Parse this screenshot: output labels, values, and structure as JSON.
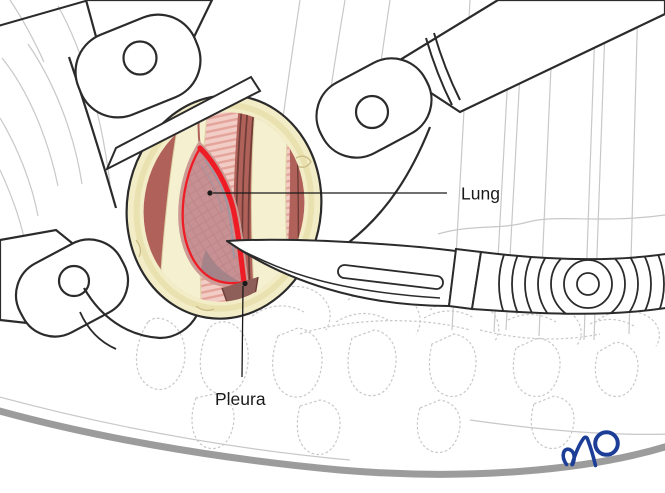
{
  "figure": {
    "labels": {
      "lung": "Lung",
      "pleura": "Pleura"
    },
    "logo": {
      "text": "AO"
    },
    "colors": {
      "line": "#2b2b2b",
      "faint": "#c8c8c8",
      "skin": "#9c9c9c",
      "fat": "#f3edc7",
      "fat_shade": "#e9e1b0",
      "fat_detail": "#cabc85",
      "rib_bone": "#f5f1d0",
      "rib_edge": "#dcd2a6",
      "muscle": "#b0625a",
      "muscle_dark": "#6e3c37",
      "intercostal": "#f2cdc6",
      "intercostal_stripe": "#e4a49b",
      "lens_halo": "#cc9a94",
      "lung_tissue": "#c79093",
      "lung_hatch": "#b97f82",
      "lung_shadow": "#9d8187",
      "wound_corner": "#8d5f58",
      "pleura_red": "#ee1c24",
      "gray_fold": "#9a96a2",
      "label": "#1a1a1a",
      "logo_blue": "#1d3e97"
    }
  }
}
